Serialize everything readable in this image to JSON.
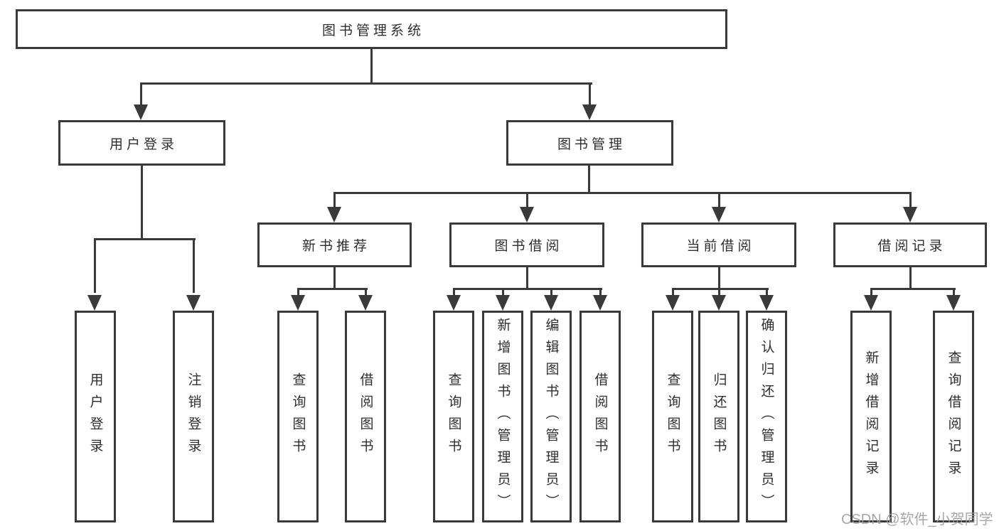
{
  "diagram": {
    "root": {
      "label": "图书管理系统"
    },
    "branches": [
      {
        "label": "用户登录",
        "children": [
          {
            "label": "用户登录"
          },
          {
            "label": "注销登录"
          }
        ]
      },
      {
        "label": "图书管理",
        "groups": [
          {
            "label": "新书推荐",
            "children": [
              {
                "label": "查询图书"
              },
              {
                "label": "借阅图书"
              }
            ]
          },
          {
            "label": "图书借阅",
            "children": [
              {
                "label": "查询图书"
              },
              {
                "label": "新增图书（管理员）"
              },
              {
                "label": "编辑图书（管理员）"
              },
              {
                "label": "借阅图书"
              }
            ]
          },
          {
            "label": "当前借阅",
            "children": [
              {
                "label": "查询图书"
              },
              {
                "label": "归还图书"
              },
              {
                "label": "确认归还（管理员）"
              }
            ]
          },
          {
            "label": "借阅记录",
            "children": [
              {
                "label": "新增借阅记录"
              },
              {
                "label": "查询借阅记录"
              }
            ]
          }
        ]
      }
    ]
  },
  "watermark": {
    "text": "CSDN @软件_小贺同学"
  },
  "colors": {
    "line": "#3a3a3a",
    "text": "#2e2e2e",
    "watermark": "#9e9e9e",
    "background": "#ffffff"
  }
}
